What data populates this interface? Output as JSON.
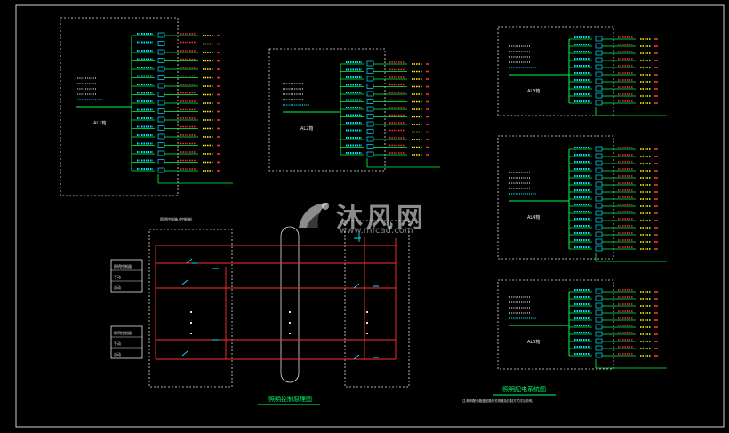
{
  "drawing": {
    "title_left": "照明控制原理图",
    "title_right": "照明配电系统图",
    "note_right": "注:照明配电箱各回路开关规格及控制方式详见说明。",
    "panel_labels": [
      "AL1箱",
      "AL2箱",
      "AL3箱",
      "AL4箱",
      "AL5箱"
    ],
    "switch_box_title": "照明控制箱\n(控制箱)",
    "control_boxes": [
      {
        "rows": [
          "照明控制器",
          "手动",
          "自动"
        ]
      },
      {
        "rows": [
          "照明控制器",
          "手动",
          "自动"
        ]
      }
    ]
  },
  "watermark": {
    "text": "沐风网",
    "url": "www.mfcad.com"
  },
  "colors": {
    "background": "#000000",
    "frame": "#cfcfcf",
    "dashed": "#e0e0e0",
    "bus": "#00ff44",
    "breaker": "#00e5ff",
    "circuit": "#ff3030",
    "label": "#ffff00",
    "title": "#00ff66"
  },
  "icons": [
    "watermark-logo-icon"
  ]
}
